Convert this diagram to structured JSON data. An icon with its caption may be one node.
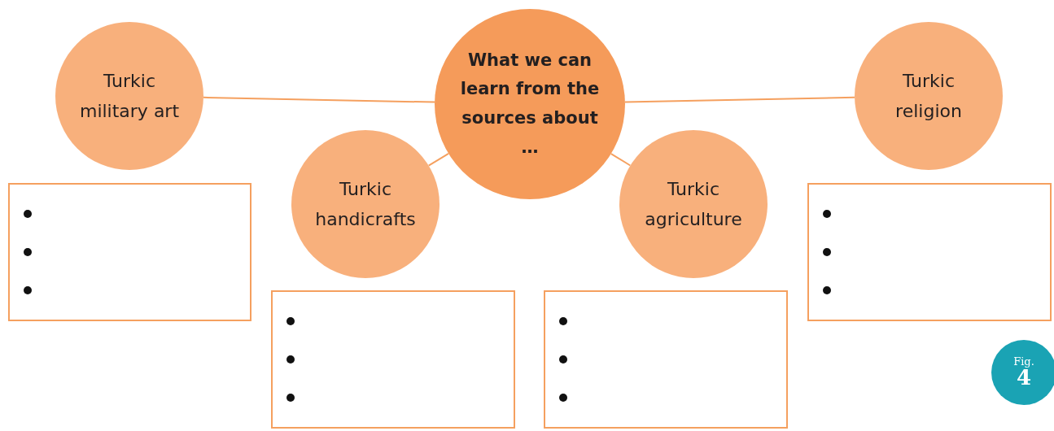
{
  "diagram": {
    "nodes": [
      {
        "text": [
          "What we can learn from the sources about …"
        ]
      },
      {
        "text": [
          "Turkic military art"
        ]
      },
      {
        "text": [
          "Turkic handicrafts"
        ]
      },
      {
        "text": [
          "Turkic agriculture"
        ]
      },
      {
        "text": [
          "Turkic religion"
        ]
      },
      {
        "text": [],
        "shape": "box"
      },
      {
        "text": [],
        "shape": "box"
      },
      {
        "text": [],
        "shape": "box"
      },
      {
        "text": [],
        "shape": "box"
      },
      {
        "text": [
          "Fig.",
          "4"
        ]
      }
    ],
    "edges": [
      {
        "from": 0,
        "to": 1,
        "arrow": "none"
      },
      {
        "from": 0,
        "to": 2,
        "arrow": "none"
      },
      {
        "from": 0,
        "to": 3,
        "arrow": "none"
      },
      {
        "from": 0,
        "to": 4,
        "arrow": "none"
      }
    ]
  }
}
